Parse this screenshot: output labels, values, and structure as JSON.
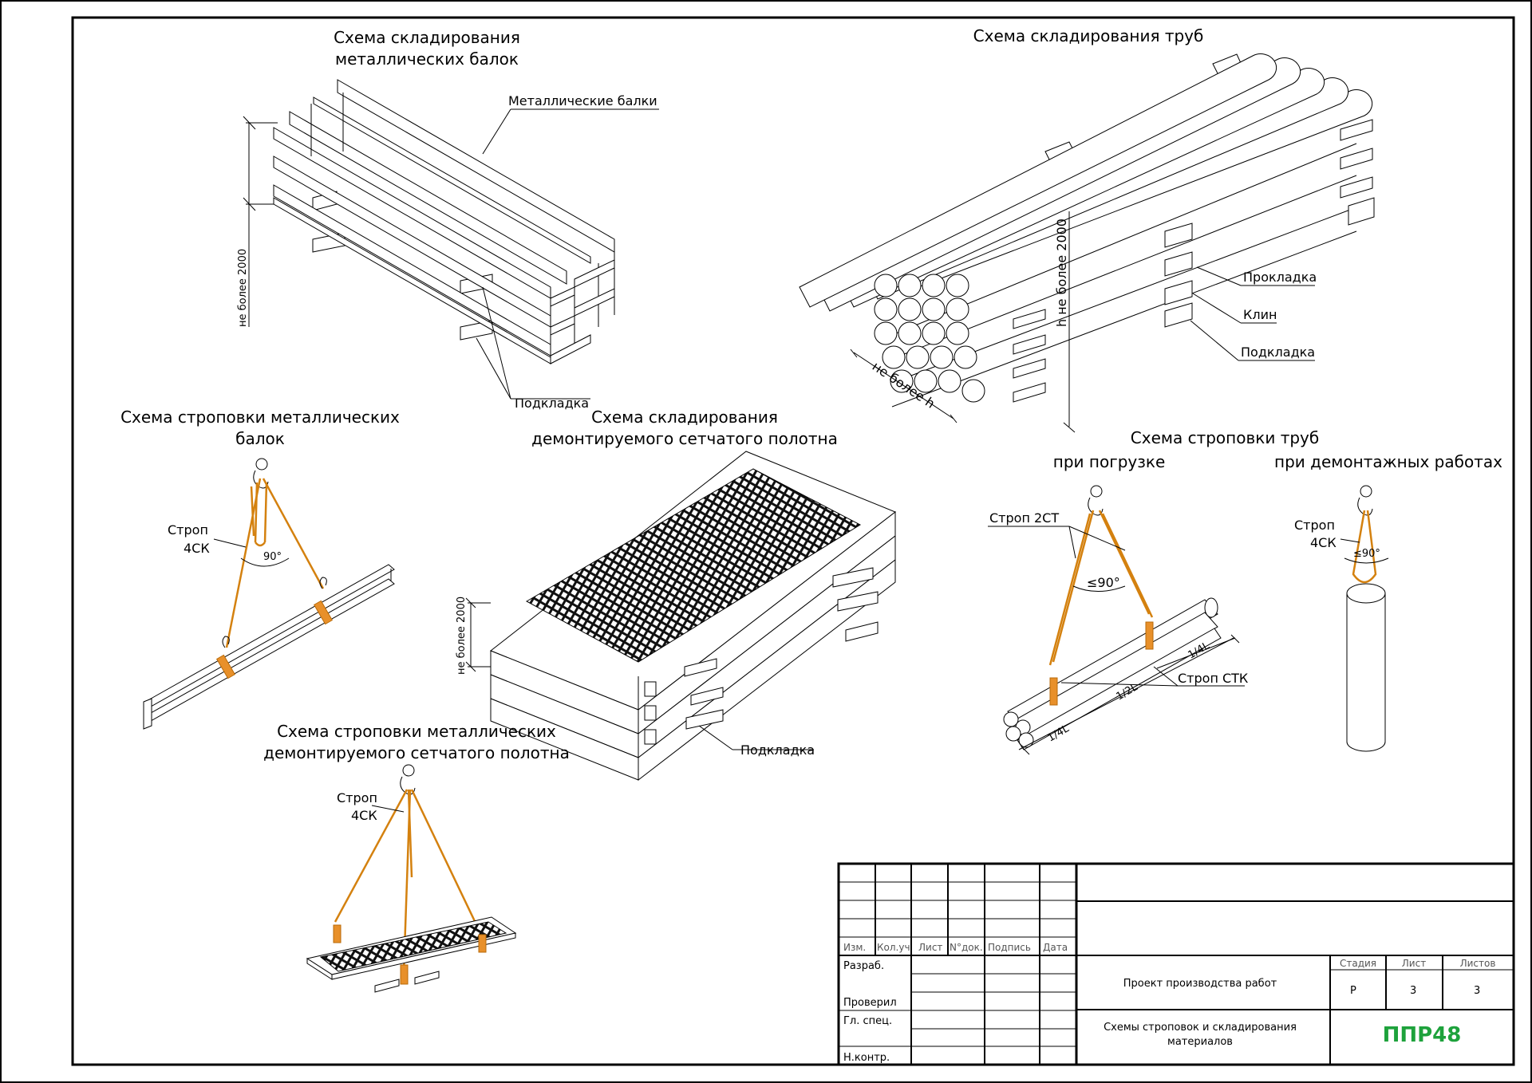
{
  "titles": {
    "beams_storage": [
      "Схема складирования",
      "металлических балок"
    ],
    "pipes_storage": "Схема складирования труб",
    "beams_slinging": [
      "Схема строповки металлических",
      "балок"
    ],
    "mesh_storage": [
      "Схема складирования",
      "демонтируемого сетчатого полотна"
    ],
    "pipes_slinging": "Схема строповки труб",
    "pipes_loading": "при погрузке",
    "pipes_dismantling": "при демонтажных работах",
    "mesh_slinging": [
      "Схема строповки металлических",
      "демонтируемого сетчатого полотна"
    ]
  },
  "labels": {
    "metal_beams": "Металлические балки",
    "support_pad": "Подкладка",
    "spacer": "Прокладка",
    "wedge": "Клин",
    "not_more_2000": "не более 2000",
    "h_not_more_2000": "h не более 2000",
    "not_more_h": "не более h",
    "sling_4sk_1": "Строп",
    "sling_4sk_2": "4СК",
    "angle_90": "90°",
    "angle_le90": "≤90°",
    "sling_2st": "Строп 2СТ",
    "sling_stk": "Строп СТК",
    "quarter_l": "1/4L",
    "half_l": "1/2L"
  },
  "title_block": {
    "headers": [
      "Изм.",
      "Кол.уч",
      "Лист",
      "N°док.",
      "Подпись",
      "Дата"
    ],
    "roles": [
      "Разраб.",
      "Проверил",
      "Гл. спец.",
      "Н.контр."
    ],
    "project_name": "Проект производства работ",
    "sheet_title": [
      "Схемы строповок и складирования",
      "материалов"
    ],
    "stage_label": "Стадия",
    "sheet_label": "Лист",
    "sheets_label": "Листов",
    "stage": "Р",
    "sheet": "3",
    "sheets": "3",
    "logo": "ППР48"
  },
  "colors": {
    "sling": "#d4810f",
    "logo": "#1ea23c"
  }
}
